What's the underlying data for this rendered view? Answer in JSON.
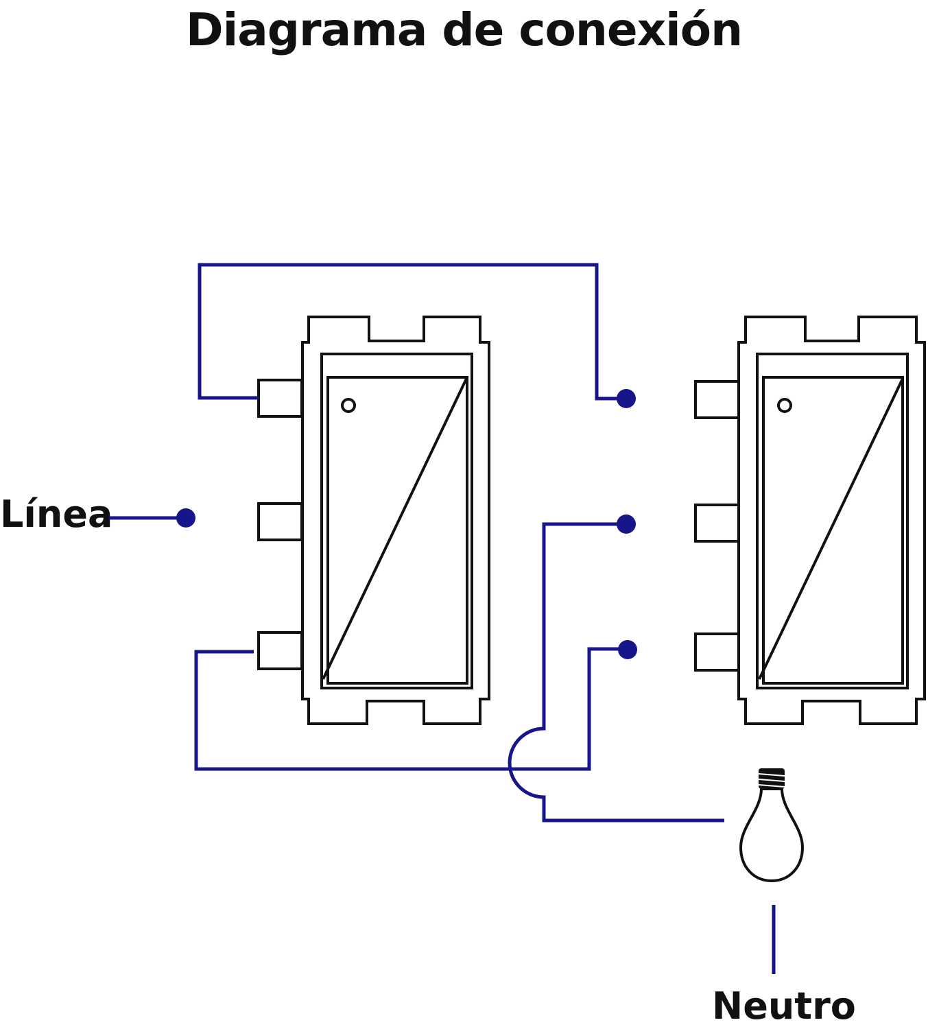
{
  "title": "Diagrama de conexión",
  "labels": {
    "line": "Línea",
    "neutral": "Neutro"
  },
  "components": [
    {
      "name": "three-way-switch-left",
      "terminals": 3
    },
    {
      "name": "three-way-switch-right",
      "terminals": 3
    },
    {
      "name": "light-bulb",
      "icon": "light-bulb-icon"
    }
  ],
  "colors": {
    "wire": "#16168a",
    "outline": "#111111",
    "background": "#ffffff"
  }
}
